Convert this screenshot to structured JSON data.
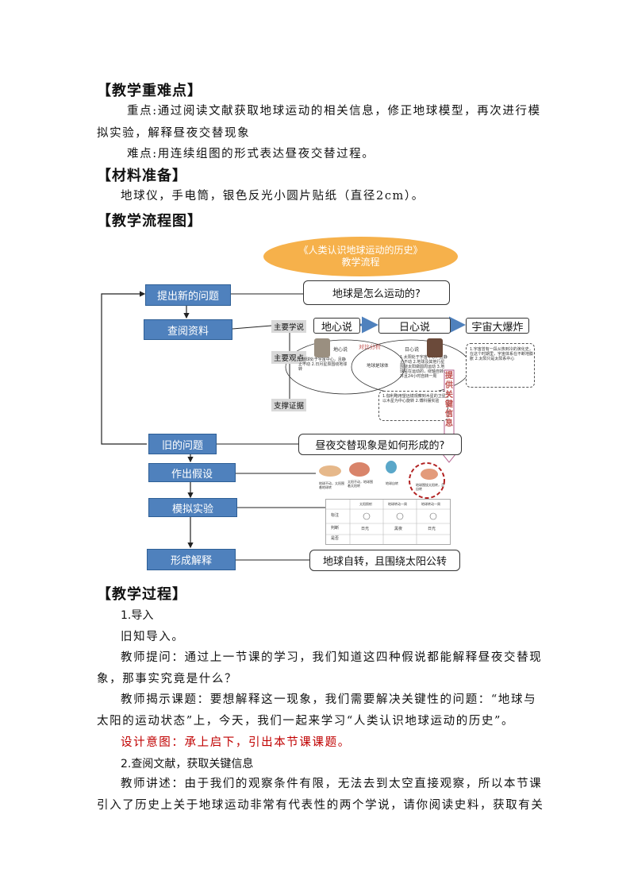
{
  "section1": {
    "title": "【教学重难点】",
    "key_label": "重点:",
    "key_text_1": "通过阅读文献获取地球运动的相关信息，修正地球模型，再次进行模",
    "key_text_2": "拟实验，解释昼夜交替现象",
    "diff_label": "难点:",
    "diff_text": "用连续组图的形式表达昼夜交替过程。"
  },
  "section2": {
    "title": "【材料准备】",
    "text": "地球仪，手电筒，银色反光小圆片贴纸（直径2cm）。"
  },
  "section3": {
    "title": "【教学流程图】"
  },
  "flowchart": {
    "ellipse_line1": "《人类认识地球运动的历史》",
    "ellipse_line2": "教学流程",
    "steps": [
      "提出新的问题",
      "查阅资料",
      "旧的问题",
      "作出假设",
      "模拟实验",
      "形成解释"
    ],
    "q1": "地球是怎么运动的?",
    "q2": "昼夜交替现象是如何形成的?",
    "answer": "地球自转，且围绕太阳公转",
    "labels": {
      "theory": "主要学说",
      "view": "主要观点",
      "evidence": "支撑证据"
    },
    "theories": [
      "地心说",
      "日心说",
      "宇宙大爆炸"
    ],
    "venn_title": "对比分析",
    "venn_left_title": "地心说",
    "venn_right_title": "日心说",
    "venn_center": "地球是球体",
    "venn_left_text": "1.地球处于宇宙中心，且静止不动 2.日月星辰围绕地球转",
    "venn_right_text": "1.太阳处于宇宙中心，且静止不动 2.地球及其他行星围绕太阳做圆周运动 3.地球是在运动的，绕轴自转，并且24小时自转一周",
    "evidence_text": "1.伽利略用望远镜观察到木星的卫星以木星为中心旋转 2.傅科摆实验",
    "bigbang_text": "1.宇宙曾有一段从热到冷的演化史，在这个时期里，宇宙体系在不断地膨胀 2.太阳只是太阳系中心",
    "arrow_label": "提供关键信息",
    "hyp_captions": [
      "地球不动，太阳围着地球转",
      "太阳不动，地球围着太阳转",
      "地球自转",
      "地球围绕太阳转，且自转"
    ],
    "table_headers": [
      "",
      "太阳照射",
      "地球转动一周",
      "地球转动一周"
    ],
    "table_rows": [
      "标注",
      "判断",
      "是否"
    ],
    "table_cells": [
      "日光",
      "黑夜",
      "日光"
    ]
  },
  "section4": {
    "title": "【教学过程】",
    "item1": "1.导入",
    "p1": "旧知导入。",
    "p2_1": "教师提问：通过上一节课的学习，我们知道这四种假说都能解释昼夜交替现",
    "p2_2": "象，那事实究竟是什么？",
    "p3_1": "教师揭示课题：要想解释这一现象，我们需要解决关键性的问题：“地球与",
    "p3_2": "太阳的运动状态”上，今天，我们一起来学习“人类认识地球运动的历史”。",
    "design": "设计意图：承上启下，引出本节课课题。",
    "item2": "2.查阅文献，获取关键信息",
    "p4_1": "教师讲述：由于我们的观察条件有限，无法去到太空直接观察，所以本节课",
    "p4_2": "引入了历史上关于地球运动非常有代表性的两个学说，请你阅读史料，获取有关"
  },
  "colors": {
    "accent_blue": "#4f81bd",
    "ellipse_orange": "#f6b14b",
    "arrow_purple": "#c0504d",
    "design_red": "#c00000"
  }
}
